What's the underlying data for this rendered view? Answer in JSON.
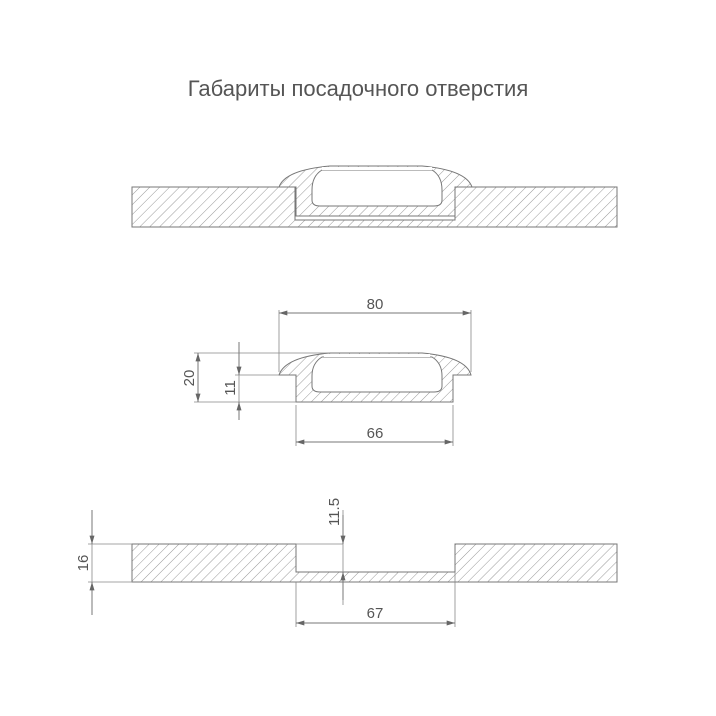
{
  "title": "Габариты посадочного отверстия",
  "dimensions": {
    "profile_width": "80",
    "profile_height": "20",
    "body_height": "11",
    "body_width": "66",
    "board_thickness": "16",
    "recess_depth": "11.5",
    "recess_width": "67"
  },
  "colors": {
    "line": "#777777",
    "hatch": "#999999",
    "text": "#555555"
  }
}
